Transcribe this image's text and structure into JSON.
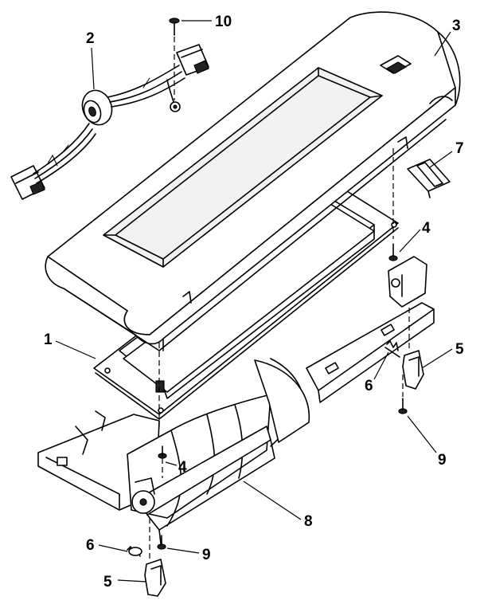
{
  "callouts": [
    {
      "id": "c1",
      "text": "1"
    },
    {
      "id": "c2",
      "text": "2"
    },
    {
      "id": "c3",
      "text": "3"
    },
    {
      "id": "c4a",
      "text": "4"
    },
    {
      "id": "c4b",
      "text": "4"
    },
    {
      "id": "c5a",
      "text": "5"
    },
    {
      "id": "c5b",
      "text": "5"
    },
    {
      "id": "c6a",
      "text": "6"
    },
    {
      "id": "c6b",
      "text": "6"
    },
    {
      "id": "c7",
      "text": "7"
    },
    {
      "id": "c8",
      "text": "8"
    },
    {
      "id": "c9a",
      "text": "9"
    },
    {
      "id": "c9b",
      "text": "9"
    },
    {
      "id": "c10",
      "text": "10"
    }
  ],
  "colors": {
    "line": "#000000",
    "background": "#ffffff"
  }
}
